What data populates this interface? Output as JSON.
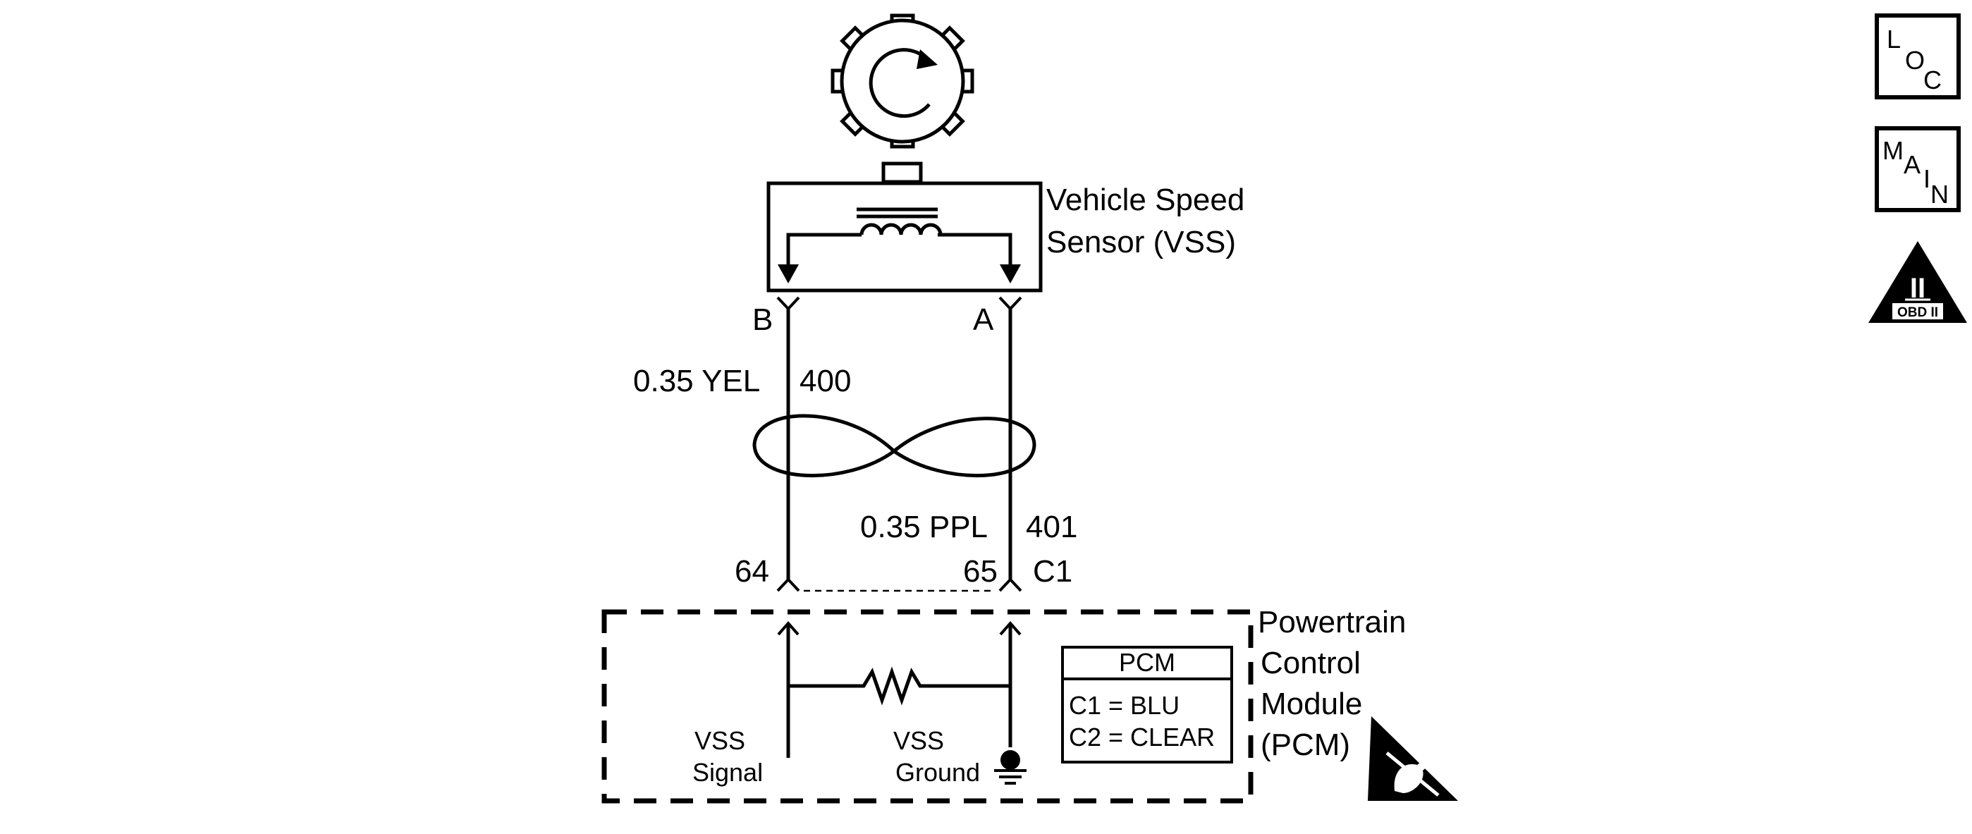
{
  "sensor": {
    "name_line1": "Vehicle Speed",
    "name_line2": "Sensor (VSS)",
    "terminal_b": "B",
    "terminal_a": "A"
  },
  "wires": {
    "signal_wire": "0.35 YEL",
    "signal_circuit": "400",
    "ground_wire": "0.35 PPL",
    "ground_circuit": "401"
  },
  "connector": {
    "pin_signal": "64",
    "pin_ground": "65",
    "name": "C1"
  },
  "pcm": {
    "name_line1": "Powertrain",
    "name_line2": "Control",
    "name_line3": "Module",
    "name_line4": "(PCM)",
    "vss_signal_line1": "VSS",
    "vss_signal_line2": "Signal",
    "vss_ground_line1": "VSS",
    "vss_ground_line2": "Ground",
    "table_header": "PCM",
    "table_row1": "C1 = BLU",
    "table_row2": "C2 = CLEAR"
  },
  "badges": {
    "loc": {
      "l": "L",
      "o": "O",
      "c": "C"
    },
    "main": {
      "m": "M",
      "a": "A",
      "i": "I",
      "n": "N"
    },
    "obd": {
      "numeral": "II",
      "label": "OBD II"
    }
  }
}
